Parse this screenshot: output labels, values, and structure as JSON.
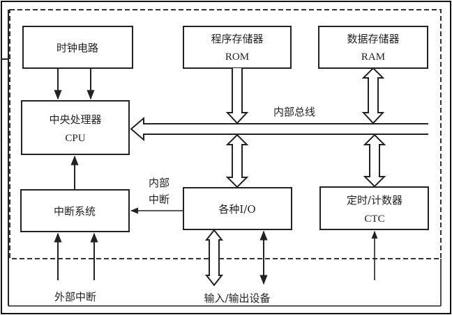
{
  "diagram": {
    "type": "block-diagram",
    "title": "",
    "blocks": {
      "clock": {
        "line1": "时钟电路",
        "line2": ""
      },
      "cpu": {
        "line1": "中央处理器",
        "line2": "CPU"
      },
      "rom": {
        "line1": "程序存储器",
        "line2": "ROM"
      },
      "ram": {
        "line1": "数据存储器",
        "line2": "RAM"
      },
      "interrupt": {
        "line1": "中断系统",
        "line2": ""
      },
      "io": {
        "line1": "各种I/O",
        "line2": ""
      },
      "ctc": {
        "line1": "定时/计数器",
        "line2": "CTC"
      }
    },
    "labels": {
      "internal_bus": "内部总线",
      "internal_interrupt_1": "内部",
      "internal_interrupt_2": "中断",
      "external_interrupt": "外部中断",
      "io_devices": "输入/输出设备"
    },
    "connections": [
      {
        "from": "clock",
        "to": "cpu",
        "style": "arrow",
        "count": 2
      },
      {
        "from": "internal_bus",
        "to": "cpu",
        "style": "wide-arrow"
      },
      {
        "from": "rom",
        "to": "internal_bus",
        "style": "wide-arrow"
      },
      {
        "from": "ram",
        "to": "internal_bus",
        "style": "wide-bidirectional"
      },
      {
        "from": "internal_bus",
        "to": "io",
        "style": "wide-bidirectional"
      },
      {
        "from": "internal_bus",
        "to": "ctc",
        "style": "wide-bidirectional"
      },
      {
        "from": "interrupt",
        "to": "cpu",
        "style": "arrow"
      },
      {
        "from": "io",
        "to": "interrupt",
        "style": "arrow",
        "label": "内部中断"
      },
      {
        "from": "external_interrupt",
        "to": "interrupt",
        "style": "arrow",
        "count": 2
      },
      {
        "from": "io",
        "to": "io_devices",
        "style": "wide-bidirectional"
      },
      {
        "from": "io",
        "to": "io_devices",
        "style": "bidirectional"
      },
      {
        "from": "external",
        "to": "ctc",
        "style": "arrow"
      }
    ]
  }
}
